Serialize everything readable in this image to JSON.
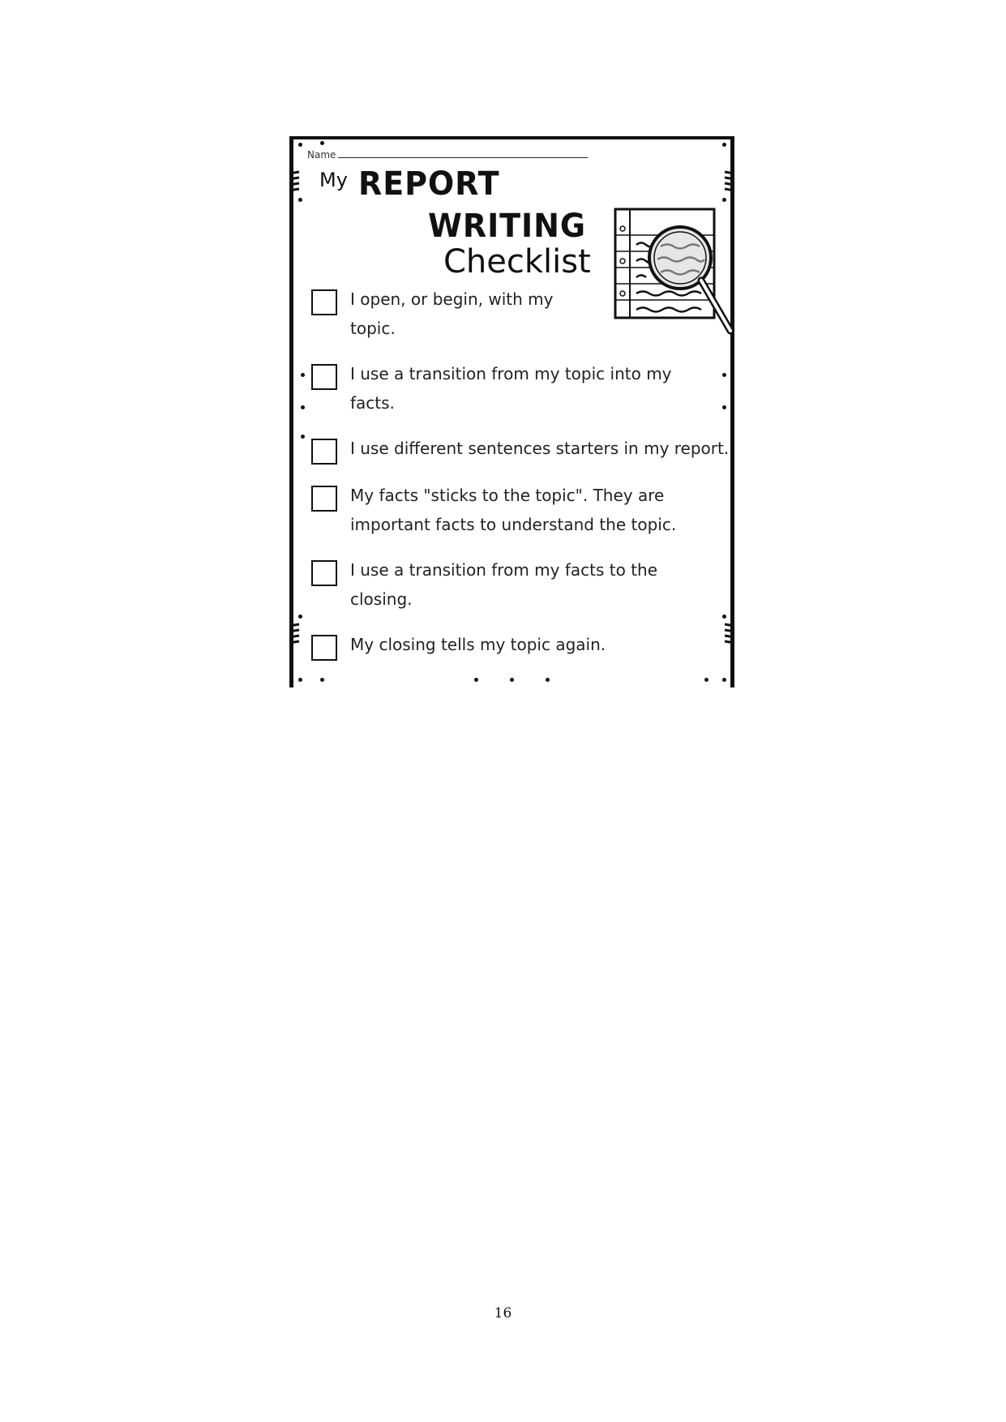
{
  "worksheet": {
    "name_label": "Name",
    "title": {
      "my": "My",
      "report": "REPORT",
      "writing": "WRITING",
      "checklist": "Checklist"
    },
    "illustration_icon": "magnifying-glass-over-lined-paper-icon",
    "items": [
      {
        "line1": "I open, or begin, with my",
        "line2": "topic."
      },
      {
        "line1": "I use a transition from my topic into my",
        "line2": "facts."
      },
      {
        "line1": "I use different sentences starters in my report.",
        "line2": ""
      },
      {
        "line1": "My facts \"sticks to the topic\". They are",
        "line2": "important facts to understand the topic."
      },
      {
        "line1": "I use a transition from my facts to the",
        "line2": "closing."
      },
      {
        "line1": "My closing tells my topic again.",
        "line2": ""
      }
    ]
  },
  "footer": {
    "page_number": "16"
  }
}
